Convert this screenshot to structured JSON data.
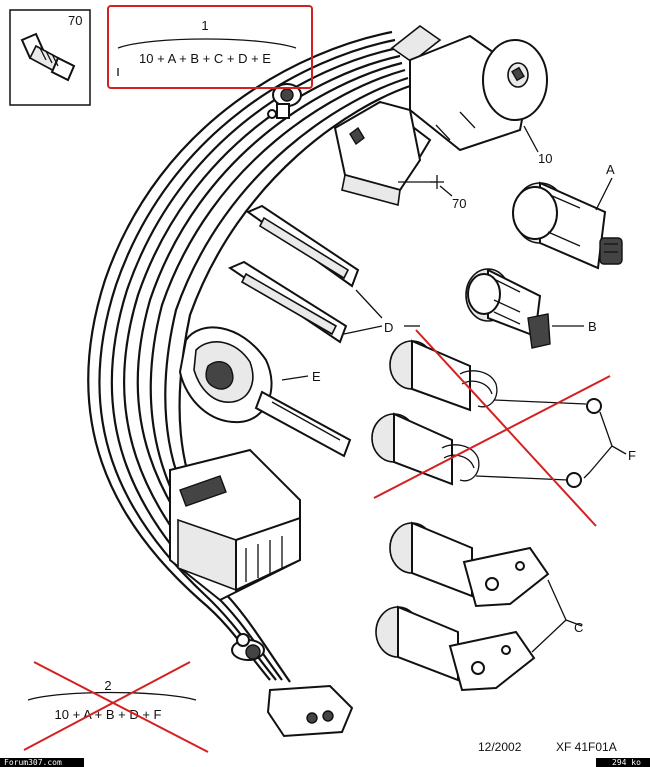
{
  "callouts": {
    "ref_box": "70",
    "item_10": "10",
    "item_70": "70",
    "label_a": "A",
    "label_b": "B",
    "label_c": "C",
    "label_d": "D",
    "label_e": "E",
    "label_f": "F"
  },
  "kit_1": {
    "number": "1",
    "formula": "10 + A + B + C + D + E"
  },
  "kit_2": {
    "number": "2",
    "formula": "10 + A + B + D + F"
  },
  "footer": {
    "date": "12/2002",
    "reference": "XF  41F01A",
    "watermark": "Forum307.com",
    "filesize": "294 ko"
  },
  "colors": {
    "annotation_red": "#d42020",
    "ink": "#111111",
    "background": "#ffffff"
  }
}
